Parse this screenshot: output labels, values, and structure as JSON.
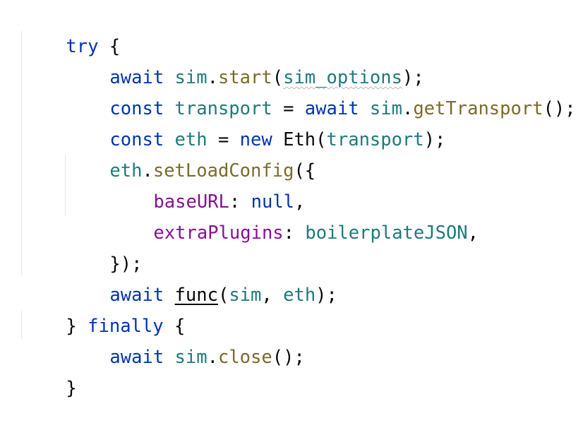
{
  "code": {
    "l1": {
      "kw_try": "try",
      "brace": " {"
    },
    "l2": {
      "kw": "await",
      "obj": "sim",
      "dot": ".",
      "fn": "start",
      "open": "(",
      "arg": "sim_options",
      "close": ");"
    },
    "l3": {
      "kw": "const",
      "var": "transport",
      "eq": " = ",
      "kw2": "await",
      "obj": "sim",
      "dot": ".",
      "fn": "getTransport",
      "tail": "();"
    },
    "l4": {
      "kw": "const",
      "var": "eth",
      "eq": " = ",
      "kw2": "new",
      "cls": "Eth",
      "open": "(",
      "arg": "transport",
      "close": ");"
    },
    "l5": {
      "obj": "eth",
      "dot": ".",
      "fn": "setLoadConfig",
      "tail": "({"
    },
    "l6": {
      "prop": "baseURL",
      "colon": ": ",
      "kw": "null",
      "comma": ","
    },
    "l7": {
      "prop": "extraPlugins",
      "colon": ": ",
      "var": "boilerplateJSON",
      "comma": ","
    },
    "l8": {
      "text": "});"
    },
    "l9": {
      "kw": "await",
      "fn": "func",
      "open": "(",
      "a1": "sim",
      "sep": ", ",
      "a2": "eth",
      "close": ");"
    },
    "l10": {
      "brace": "} ",
      "kw": "finally",
      "tail": " {"
    },
    "l11": {
      "kw": "await",
      "obj": "sim",
      "dot": ".",
      "fn": "close",
      "tail": "();"
    },
    "l12": {
      "text": "}"
    }
  }
}
